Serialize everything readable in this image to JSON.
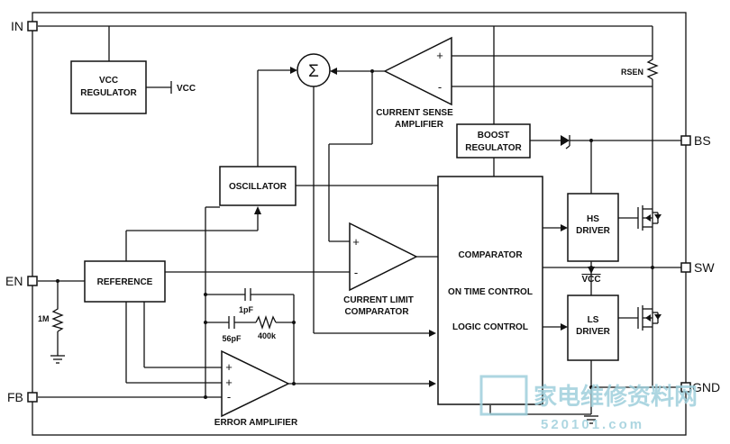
{
  "pins": {
    "in": "IN",
    "en": "EN",
    "fb": "FB",
    "bs": "BS",
    "sw": "SW",
    "gnd": "GND"
  },
  "blocks": {
    "vcc_regulator": [
      "VCC",
      "REGULATOR"
    ],
    "vcc_out": "VCC",
    "oscillator": "OSCILLATOR",
    "reference": "REFERENCE",
    "boost_regulator": [
      "BOOST",
      "REGULATOR"
    ],
    "current_sense_amplifier": [
      "CURRENT SENSE",
      "AMPLIFIER"
    ],
    "current_limit_comparator": [
      "CURRENT LIMIT",
      "COMPARATOR"
    ],
    "error_amplifier": "ERROR AMPLIFIER",
    "control_block": [
      "COMPARATOR",
      "ON TIME CONTROL",
      "LOGIC CONTROL"
    ],
    "hs_driver": [
      "HS",
      "DRIVER"
    ],
    "ls_driver": [
      "LS",
      "DRIVER"
    ],
    "vcc_mid": "VCC",
    "summer": "Σ"
  },
  "components": {
    "rsen": "RSEN",
    "r_1m": "1M",
    "c_1pf": "1pF",
    "c_56pf": "56pF",
    "r_400k": "400k"
  },
  "signs": {
    "plus": "+",
    "minus": "-"
  },
  "watermark": {
    "main": "家电维修资料网",
    "url": "520101.com"
  },
  "colors": {
    "line": "#111111",
    "watermark": "#9fd0dc"
  }
}
